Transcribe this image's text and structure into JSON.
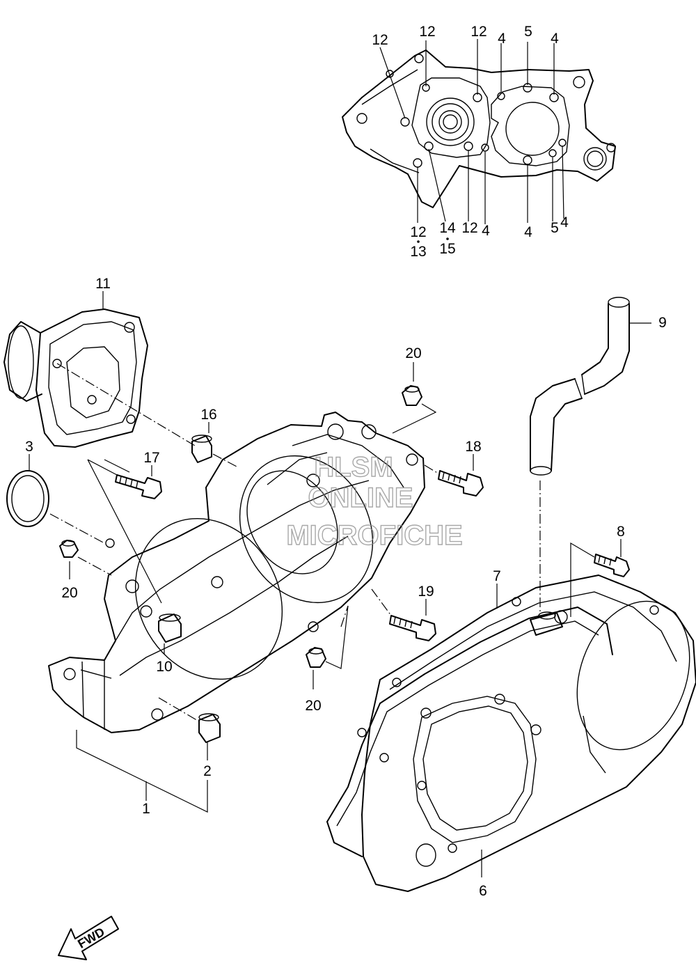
{
  "diagram": {
    "callouts": {
      "c1": "1",
      "c2": "2",
      "c3": "3",
      "c6": "6",
      "c7": "7",
      "c8": "8",
      "c9": "9",
      "c10": "10",
      "c11": "11",
      "c16": "16",
      "c17": "17",
      "c18": "18",
      "c19": "19",
      "c20a": "20",
      "c20b": "20",
      "c20c": "20"
    },
    "inset_callouts": {
      "t12a": "12",
      "t12b": "12",
      "t12c": "12",
      "t4a": "4",
      "t5a": "5",
      "t4b": "4",
      "b12a": "12",
      "b13": "13",
      "b14": "14",
      "b15": "15",
      "b12b": "12",
      "b4a": "4",
      "b4b": "4",
      "b5": "5",
      "b4c": "4"
    },
    "fwd_label": "FWD"
  },
  "watermark": {
    "line1": "HLSM",
    "line2": "ONLINE",
    "line3": "MICROFICHE"
  }
}
